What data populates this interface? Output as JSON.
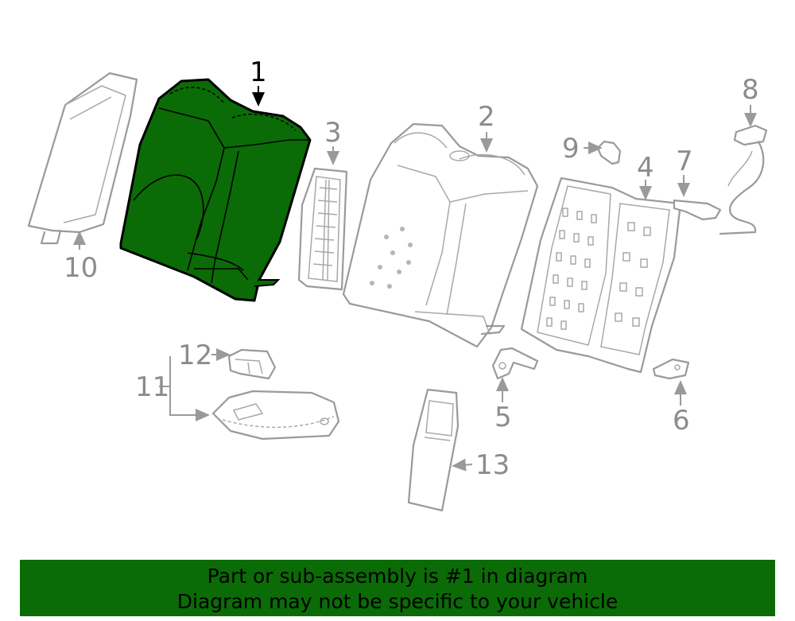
{
  "diagram": {
    "highlight_color": "#0b6b06",
    "part_color": "#9a9a9a",
    "callouts": [
      "1",
      "2",
      "3",
      "4",
      "5",
      "6",
      "7",
      "8",
      "9",
      "10",
      "11",
      "12",
      "13"
    ],
    "highlighted_part": "1"
  },
  "banner": {
    "line1": "Part or sub-assembly is #1 in diagram",
    "line2": "Diagram may not be specific to your vehicle",
    "background": "#0b6b06"
  }
}
